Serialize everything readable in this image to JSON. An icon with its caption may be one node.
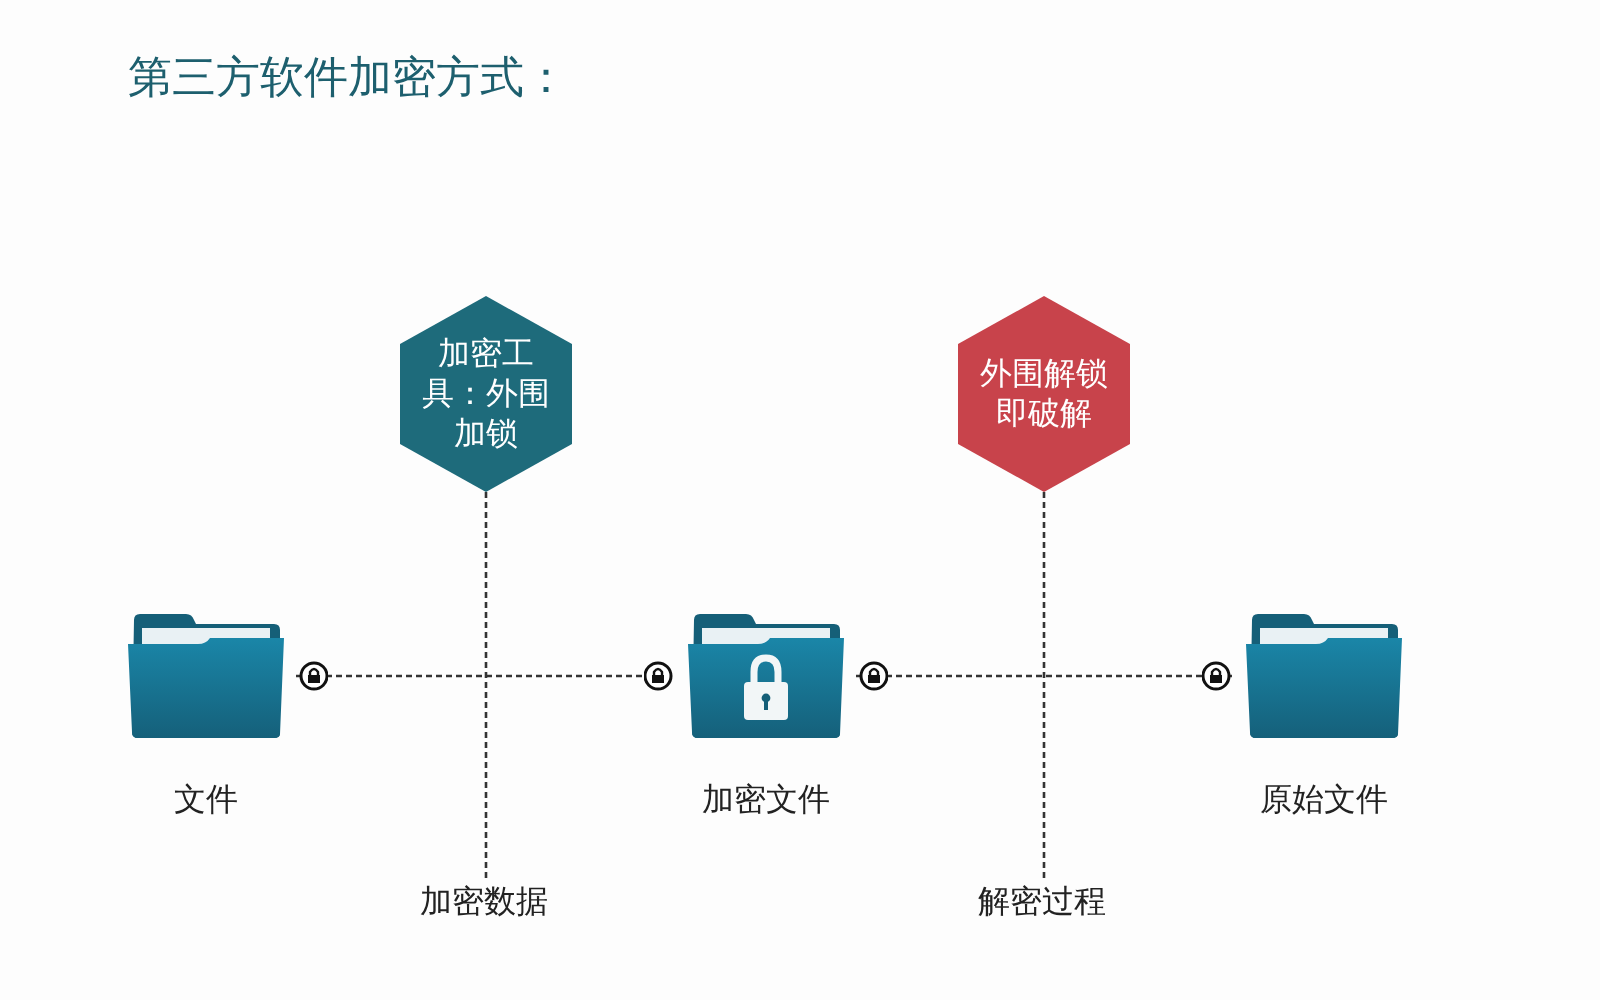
{
  "diagram": {
    "title": "第三方软件加密方式：",
    "nodes": [
      {
        "text": [
          "加密工具：外围加锁"
        ]
      },
      {
        "text": [
          "外围解锁即破解"
        ]
      },
      {
        "text": [
          "文件"
        ]
      },
      {
        "text": [
          "加密文件"
        ]
      },
      {
        "text": [
          "原始文件"
        ]
      },
      {
        "text": [
          "加密数据"
        ]
      },
      {
        "text": [
          "解密过程"
        ]
      }
    ],
    "edges": [
      {
        "from": 2,
        "to": 3,
        "arrow": "other",
        "style": "dashed"
      },
      {
        "from": 3,
        "to": 4,
        "arrow": "other",
        "style": "dashed"
      },
      {
        "from": 0,
        "to": 5,
        "arrow": "none",
        "style": "dashed"
      },
      {
        "from": 1,
        "to": 6,
        "arrow": "none",
        "style": "dashed"
      }
    ]
  }
}
